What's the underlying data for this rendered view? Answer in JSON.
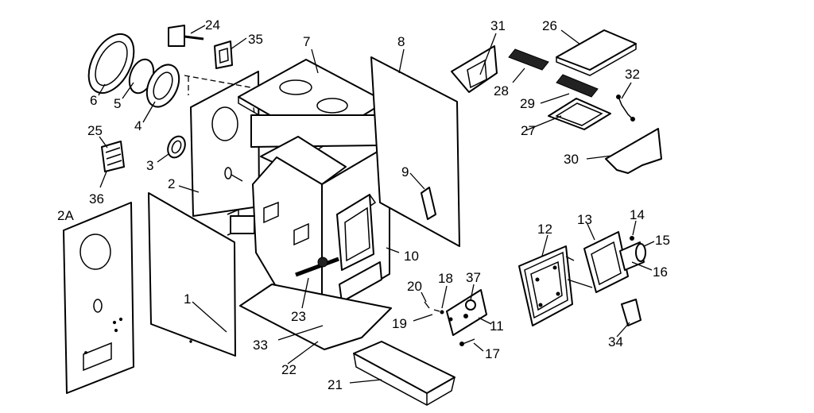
{
  "diagram": {
    "callouts": [
      {
        "id": "c1",
        "text": "1"
      },
      {
        "id": "c2",
        "text": "2"
      },
      {
        "id": "c2A",
        "text": "2A"
      },
      {
        "id": "c3",
        "text": "3"
      },
      {
        "id": "c4",
        "text": "4"
      },
      {
        "id": "c5",
        "text": "5"
      },
      {
        "id": "c6",
        "text": "6"
      },
      {
        "id": "c7",
        "text": "7"
      },
      {
        "id": "c8",
        "text": "8"
      },
      {
        "id": "c9",
        "text": "9"
      },
      {
        "id": "c10",
        "text": "10"
      },
      {
        "id": "c11",
        "text": "11"
      },
      {
        "id": "c12",
        "text": "12"
      },
      {
        "id": "c13",
        "text": "13"
      },
      {
        "id": "c14",
        "text": "14"
      },
      {
        "id": "c15",
        "text": "15"
      },
      {
        "id": "c16",
        "text": "16"
      },
      {
        "id": "c17",
        "text": "17"
      },
      {
        "id": "c18",
        "text": "18"
      },
      {
        "id": "c19",
        "text": "19"
      },
      {
        "id": "c20",
        "text": "20"
      },
      {
        "id": "c21",
        "text": "21"
      },
      {
        "id": "c22",
        "text": "22"
      },
      {
        "id": "c23",
        "text": "23"
      },
      {
        "id": "c24",
        "text": "24"
      },
      {
        "id": "c25",
        "text": "25"
      },
      {
        "id": "c26",
        "text": "26"
      },
      {
        "id": "c27",
        "text": "27"
      },
      {
        "id": "c28",
        "text": "28"
      },
      {
        "id": "c29",
        "text": "29"
      },
      {
        "id": "c30",
        "text": "30"
      },
      {
        "id": "c31",
        "text": "31"
      },
      {
        "id": "c32",
        "text": "32"
      },
      {
        "id": "c33",
        "text": "33"
      },
      {
        "id": "c34",
        "text": "34"
      },
      {
        "id": "c35",
        "text": "35"
      },
      {
        "id": "c36",
        "text": "36"
      },
      {
        "id": "c37",
        "text": "37"
      }
    ]
  }
}
